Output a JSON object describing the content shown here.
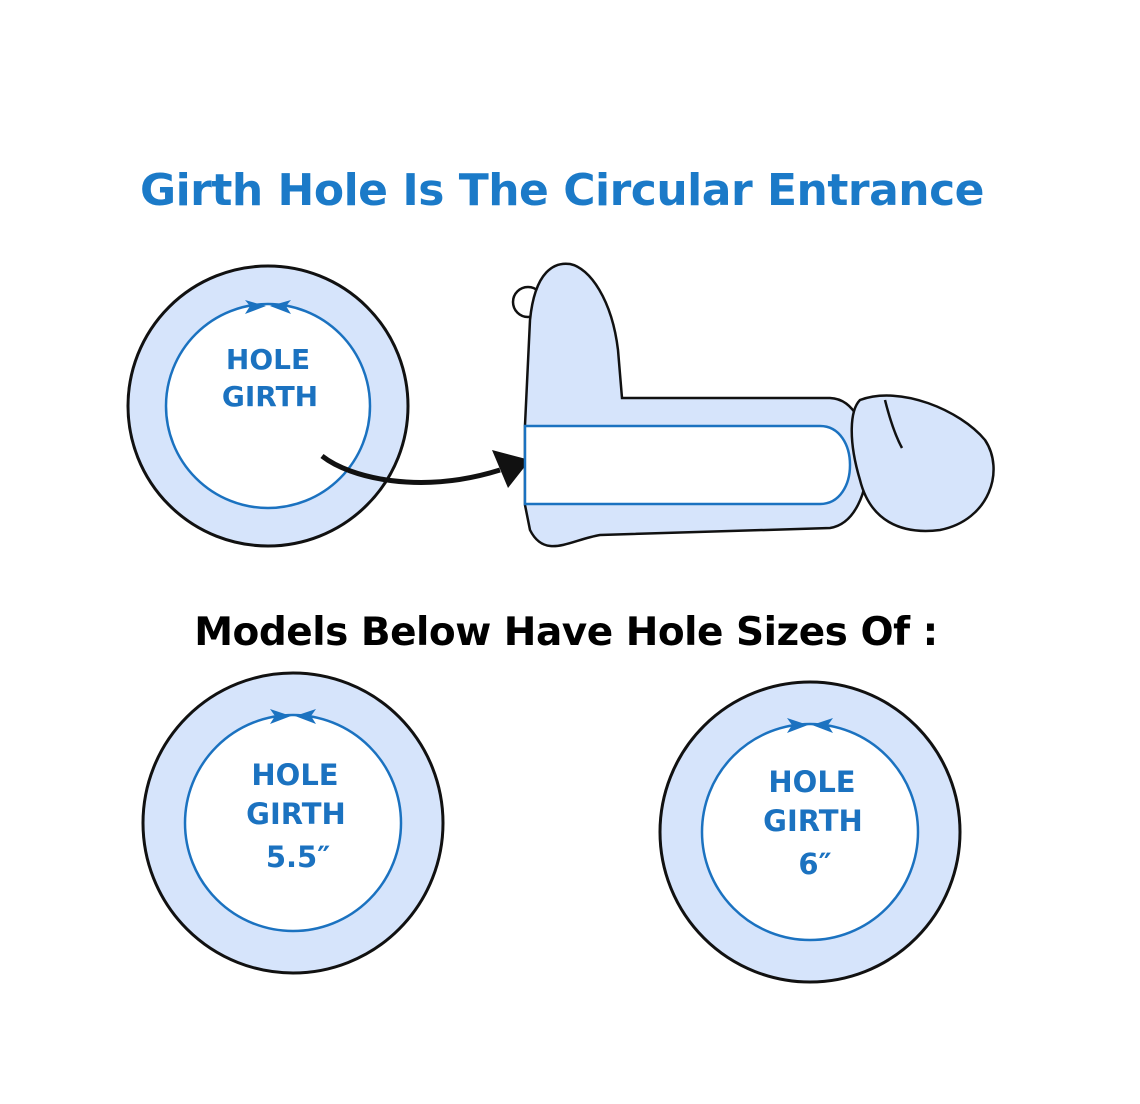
{
  "title": "Girth Hole Is The Circular Entrance",
  "subtitle": "Models Below Have Hole Sizes Of :",
  "top_diagram": {
    "line1": "HOLE",
    "line2": "GIRTH"
  },
  "models": [
    {
      "line1": "HOLE",
      "line2": "GIRTH",
      "size": "5.5″"
    },
    {
      "line1": "HOLE",
      "line2": "GIRTH",
      "size": "6″"
    }
  ],
  "colors": {
    "accent": "#1b7ac8",
    "fill": "#d6e4fb",
    "outline": "#111111"
  }
}
